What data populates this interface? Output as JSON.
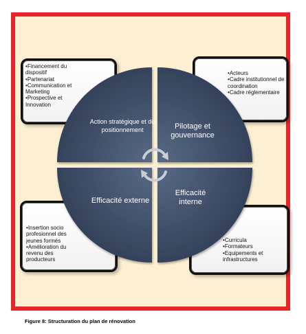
{
  "boxes": {
    "top_left": [
      "Financement du dispositif",
      "Partenariat",
      "Communication et Marketing",
      "Prospective et Innovation"
    ],
    "top_right": [
      "Acteurs",
      "Cadre institutionnel de coordination",
      "Cadre réglementaire"
    ],
    "bottom_left": [
      "Insertion socio profesionnel des jeunes formés",
      "Amélioration du revenu des producteurs"
    ],
    "bottom_right": [
      "Curricula",
      "Formateurs",
      "Equipements et infrastructures"
    ]
  },
  "quadrants": {
    "top_left": "Action stratégique et de positionnement",
    "top_right": "Pilotage et gouvernance",
    "bottom_left": "Efficacité externe",
    "bottom_right": "Efficacité interne"
  },
  "caption": "Figure 8: Structuration du plan de rénovation",
  "colors": {
    "frame": "#e8262a",
    "background": "#fdf0d2",
    "quadrant": "#3d4d68"
  }
}
